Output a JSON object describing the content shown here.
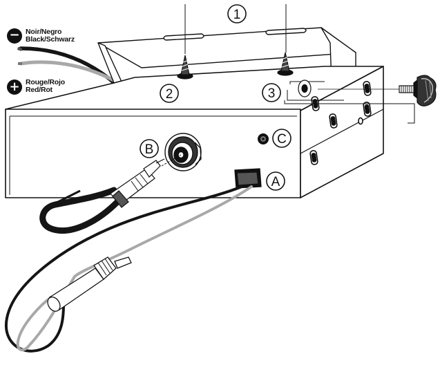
{
  "legend": {
    "negative": {
      "symbol": "−",
      "line1": "Noir/Negro",
      "line2": "Black/Schwarz"
    },
    "positive": {
      "symbol": "+",
      "line1": "Rouge/Rojo",
      "line2": "Red/Rot"
    }
  },
  "callouts": {
    "c1": "1",
    "c2": "2",
    "c3": "3",
    "cA": "A",
    "cB": "B",
    "cC": "C"
  },
  "colors": {
    "line": "#111111",
    "body_fill": "#ffffff",
    "black_wire": "#151515",
    "grey_wire": "#a8a8a8"
  }
}
